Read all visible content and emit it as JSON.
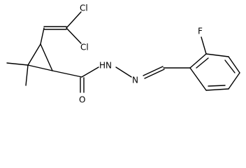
{
  "molecule": {
    "labels": {
      "cl_top": "Cl",
      "cl_bottom": "Cl",
      "nh": "HN",
      "n": "N",
      "o": "O",
      "f": "F"
    }
  }
}
